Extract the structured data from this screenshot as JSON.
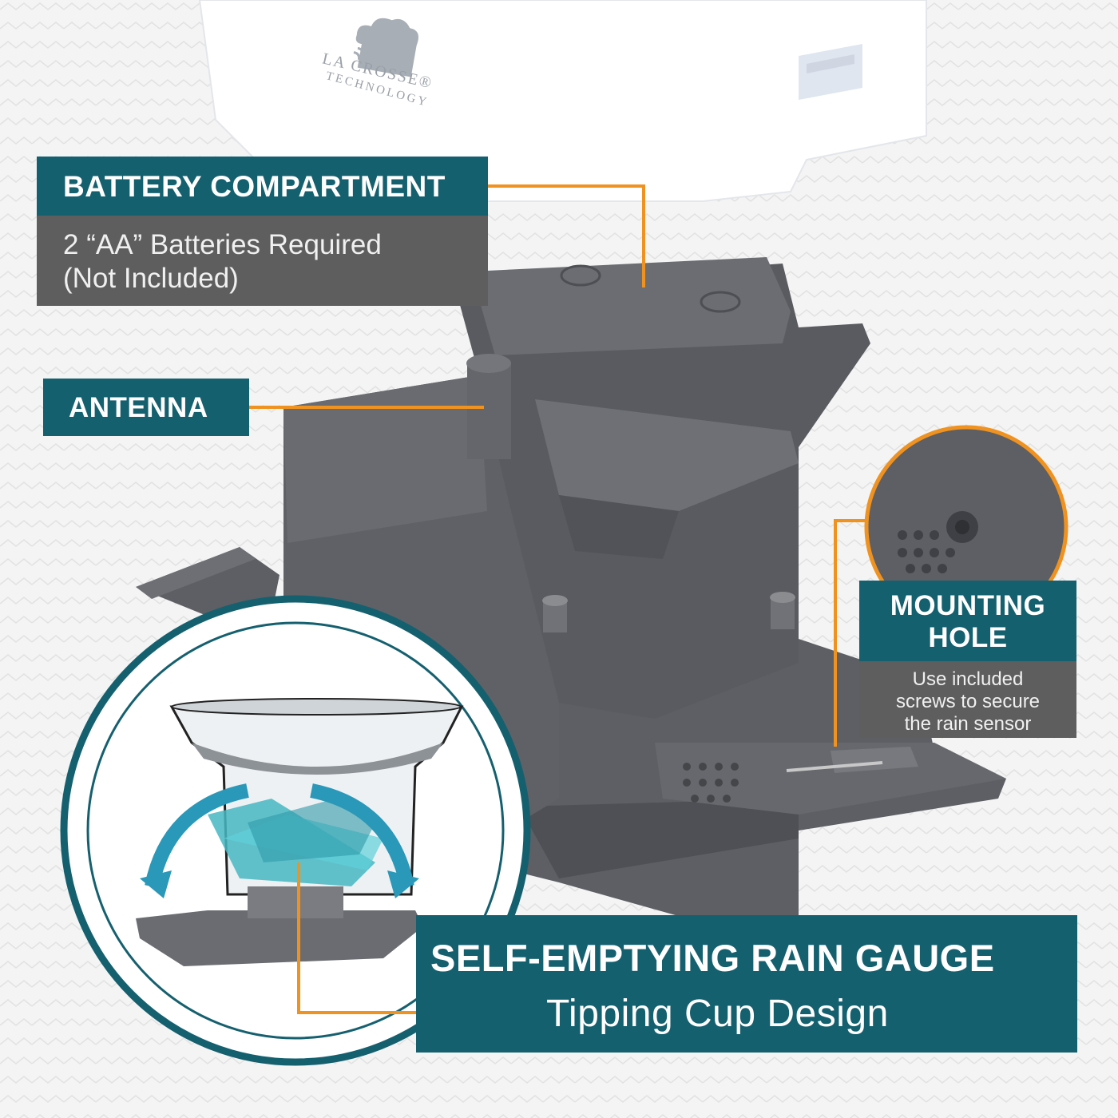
{
  "brand": {
    "name": "LA CROSSE®",
    "tagline": "TECHNOLOGY"
  },
  "callouts": {
    "battery": {
      "title": "BATTERY COMPARTMENT",
      "detail_line1": "2 “AA” Batteries Required",
      "detail_line2": "(Not Included)"
    },
    "antenna": {
      "title": "ANTENNA"
    },
    "mounting": {
      "title_line1": "MOUNTING",
      "title_line2": "HOLE",
      "detail_line1": "Use included",
      "detail_line2": "screws to secure",
      "detail_line3": "the rain sensor"
    },
    "gauge": {
      "title": "SELF-EMPTYING RAIN GAUGE",
      "subtitle": "Tipping Cup Design"
    }
  },
  "colors": {
    "teal_panel": "#15606f",
    "grey_panel": "#5e5e5e",
    "leader_line": "#f0921f",
    "product_body": "#5b5d62",
    "background": "#f3f3f3"
  },
  "icons": {
    "logo": "cloud-logo-icon"
  }
}
